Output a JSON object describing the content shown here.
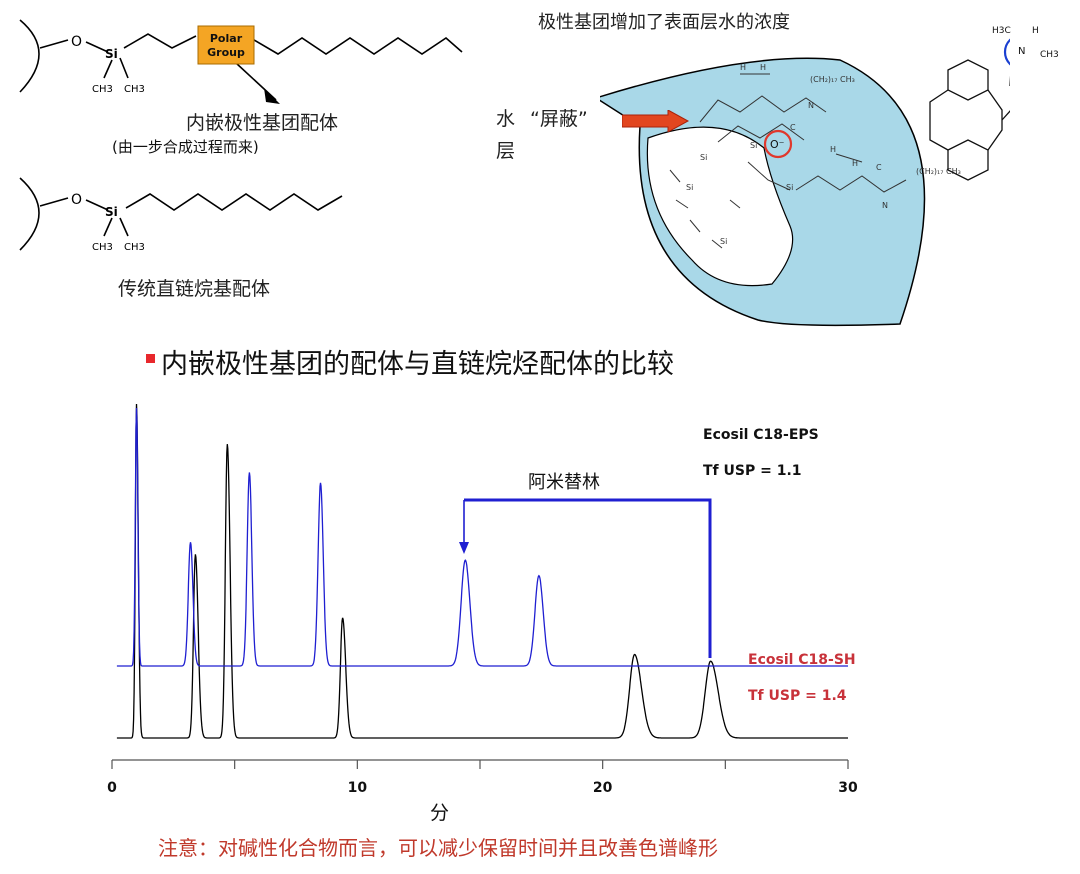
{
  "top_left": {
    "polar_group_box": "Polar\nGroup",
    "embedded_caption": "内嵌极性基团配体",
    "embedded_sub": "(由一步合成过程而来)",
    "traditional_caption": "传统直链烷基配体",
    "atoms": {
      "si": "Si",
      "o": "O",
      "ch3": "CH3",
      "ch3_b": "CH3"
    }
  },
  "top_right": {
    "title": "极性基团增加了表面层水的浓度",
    "water": "水",
    "layer": "层",
    "shield": "“屏蔽”",
    "h3c": "H3C",
    "ch3": "CH3",
    "n": "N",
    "h": "H",
    "o_minus": "O⁻"
  },
  "heading": {
    "text": "内嵌极性基团的配体与直链烷烃配体的比较"
  },
  "chart": {
    "peak_label": "阿米替林",
    "legend_blue_name": "Ecosil C18-EPS",
    "legend_blue_tf": "Tf USP = 1.1",
    "legend_red_name": "Ecosil C18-SH",
    "legend_red_tf": "Tf USP = 1.4",
    "xlabel": "分",
    "blue_color": "#1f1fd1",
    "black_color": "#000000",
    "red_text_color": "#c8323a"
  },
  "chart_data": {
    "type": "line",
    "xlim": [
      0,
      30
    ],
    "x_ticks": [
      "0",
      "10",
      "20",
      "30"
    ],
    "x_ticks_values": [
      0,
      10,
      20,
      30
    ],
    "xlabel": "分",
    "series": [
      {
        "name": "Ecosil C18-EPS",
        "peaks": [
          {
            "x": 1.0,
            "h": 1.0,
            "w": 0.05
          },
          {
            "x": 3.2,
            "h": 0.48,
            "w": 0.09
          },
          {
            "x": 5.6,
            "h": 0.75,
            "w": 0.09
          },
          {
            "x": 8.5,
            "h": 0.71,
            "w": 0.1
          },
          {
            "x": 14.4,
            "h": 0.41,
            "w": 0.17
          },
          {
            "x": 17.4,
            "h": 0.35,
            "w": 0.16
          }
        ]
      },
      {
        "name": "Ecosil C18-SH",
        "peaks": [
          {
            "x": 1.0,
            "h": 1.0,
            "w": 0.05
          },
          {
            "x": 3.4,
            "h": 0.55,
            "w": 0.08
          },
          {
            "x": 4.7,
            "h": 0.88,
            "w": 0.08
          },
          {
            "x": 9.4,
            "h": 0.36,
            "w": 0.09
          },
          {
            "x": 21.3,
            "h": 0.25,
            "w": 0.2
          },
          {
            "x": 24.4,
            "h": 0.23,
            "w": 0.22
          }
        ]
      }
    ]
  },
  "footer": {
    "note": "注意：对碱性化合物而言，可以减少保留时间并且改善色谱峰形",
    "note_color": "#c0392b"
  }
}
